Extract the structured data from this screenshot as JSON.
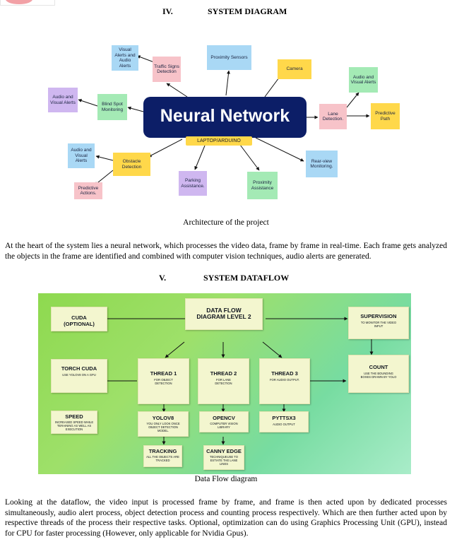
{
  "section4": {
    "number": "IV.",
    "title": "SYSTEM DIAGRAM"
  },
  "system_diagram": {
    "center": "Neural Network",
    "sub": "LAPTOP/ARDUINO",
    "nodes": {
      "visual_alerts": "Visual Alerts and Audio Alerts",
      "traffic_signs": "Traffic Signs Detection",
      "proximity_sensors": "Proximity Sensors",
      "camera": "Camera",
      "audio_visual_right": "Audio and Visual Alerts",
      "lane_detection": "Lane Detection.",
      "predictive_path": "Predictive Path",
      "audio_visual_left": "Audio and Visual Alerts",
      "blind_spot": "Blind Spot Monitoring",
      "audio_visual_left2": "Audio and Visual Alerts",
      "obstacle_detection": "Obstacle Detection",
      "predictive_actions": "Predictive Actions.",
      "parking": "Parking Assistance.",
      "proximity_assistance": "Proximity Assistance",
      "rear_view": "Rear-view Monitoring."
    }
  },
  "caption1": "Architecture of the project",
  "paragraph1": "At the heart of the system lies a neural network, which processes the video data, frame by frame in real-time. Each frame gets analyzed the objects in the frame are identified and combined with computer vision techniques, audio alerts are generated.",
  "section5": {
    "number": "V.",
    "title": "SYSTEM DATAFLOW"
  },
  "dataflow": {
    "dfd_title": "DATA FLOW DIAGRAM LEVEL 2",
    "cuda": "CUDA (OPTIONAL)",
    "supervision": "SUPERVISION",
    "supervision_sub": "TO MONITOR THE VIDEO INPUT",
    "torch_cuda": "TORCH CUDA",
    "torch_cuda_sub": "USE YOLOV8 ON A GPU",
    "thread1": "THREAD 1",
    "thread1_sub": "FOR OBJECT DETECTION",
    "thread2": "THREAD 2",
    "thread2_sub": "FOR LANE DETECTION",
    "thread3": "THREAD 3",
    "thread3_sub": "FOR AUDIO OUTPUT.",
    "count": "COUNT",
    "count_sub": "USE THE BOUNDING BOXES DRAWN BY YOLO",
    "speed": "SPEED",
    "speed_sub": "INCREASED SPEED WHILE TERAINING AS WELL AS EXECUTION",
    "yolov8": "YOLOV8",
    "yolov8_sub": "YOU ONLY LOOK ONCE OBJECT DETECTION MODEL.",
    "opencv": "OPENCV",
    "opencv_sub": "COMPUTER VISION LIBRARY",
    "pyttsx3": "PYTTSX3",
    "pyttsx3_sub": "AUDIO OUTPUT",
    "tracking": "TRACKING",
    "tracking_sub": "ALL THE OBJECTS ARE TRACKED",
    "canny": "CANNY EDGE",
    "canny_sub": "TECHNIQUEUSE TO ESTIATE THE LANE LINES"
  },
  "caption2": "Data Flow diagram",
  "paragraph2": "Looking at the dataflow, the video input is processed frame by frame, and frame is then acted upon by dedicated processes simultaneously, audio alert process, object detection process and counting process respectively. Which are then further acted upon by respective threads of the process their respective tasks. Optional, optimization can do using Graphics Processing Unit (GPU), instead for CPU for faster processing (However, only applicable for Nvidia Gpus)."
}
